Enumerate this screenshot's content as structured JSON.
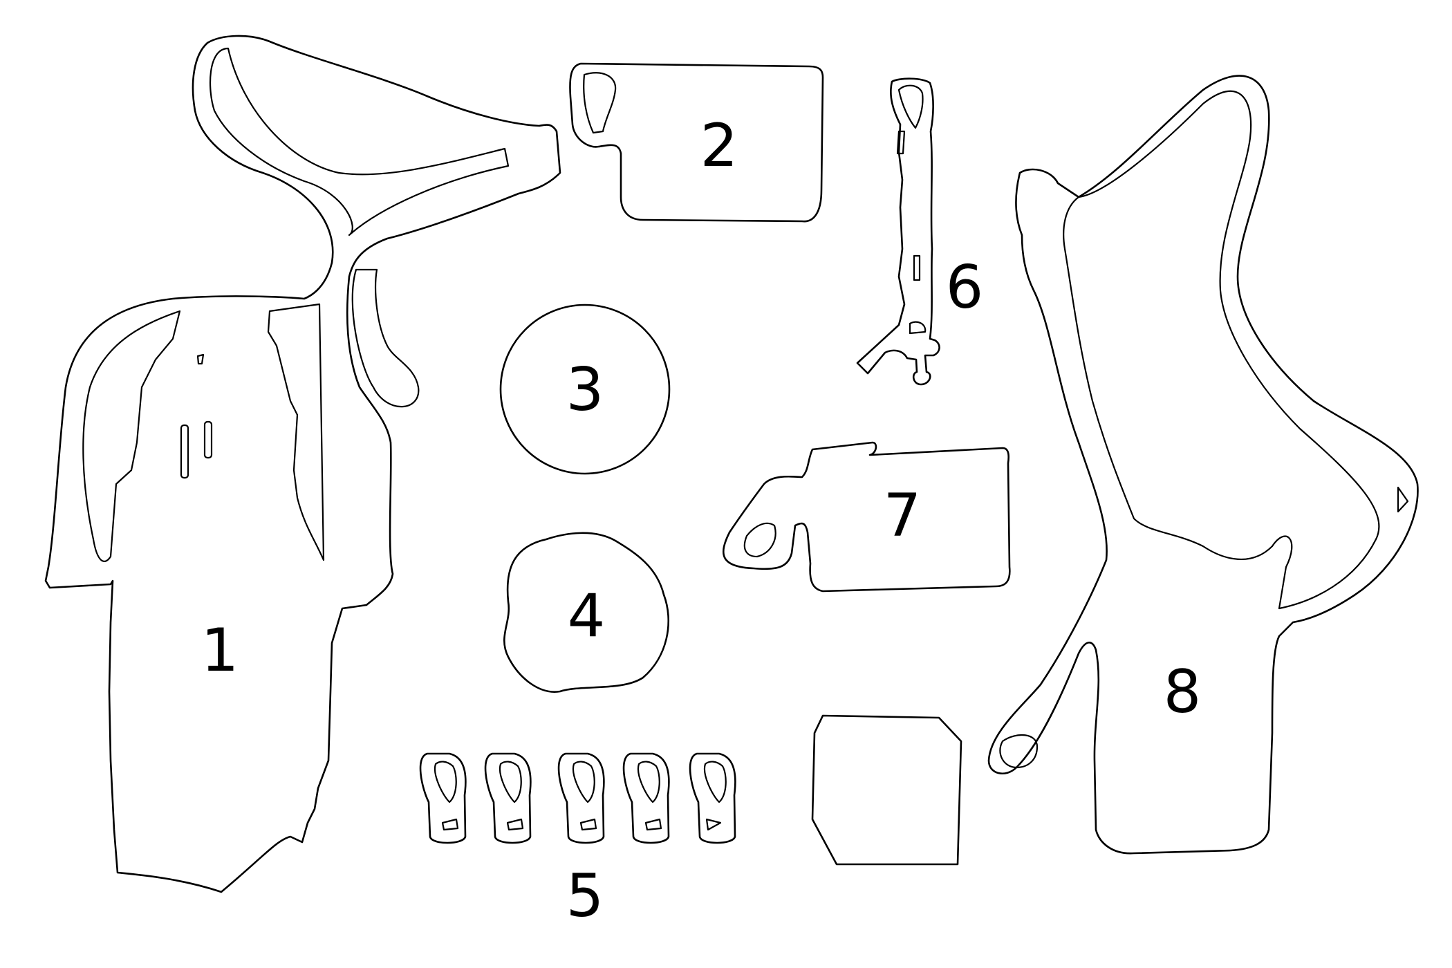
{
  "colors": {
    "background": "#ffffff",
    "stroke": "#000000"
  },
  "parts": [
    {
      "label": "1"
    },
    {
      "label": "2"
    },
    {
      "label": "3"
    },
    {
      "label": "4"
    },
    {
      "label": "5"
    },
    {
      "label": "6"
    },
    {
      "label": "7"
    },
    {
      "label": "8"
    }
  ]
}
